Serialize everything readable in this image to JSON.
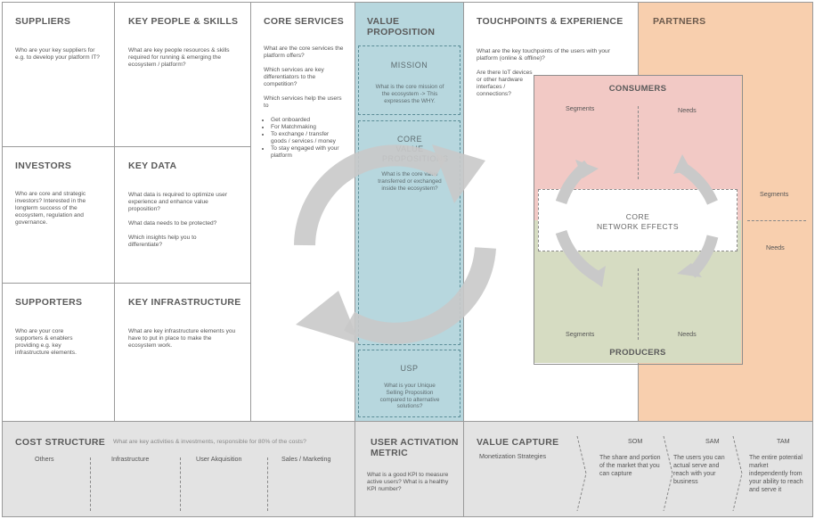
{
  "suppliers": {
    "title": "SUPPLIERS",
    "desc": "Who are your key suppliers for e.g. to develop your platform IT?"
  },
  "key_people": {
    "title": "KEY PEOPLE & SKILLS",
    "desc": "What are key people resources & skills required for running & emerging the ecosystem / platform?"
  },
  "core_services": {
    "title": "CORE SERVICES",
    "q1": "What are the core services the platform offers?",
    "q2": "Which services are key differentiators to the competition?",
    "q3": "Which services help the users to",
    "bullets": [
      "Get onboarded",
      "For Matchmaking",
      "To exchange / transfer goods / services / money",
      "To stay engaged with your platform"
    ]
  },
  "value_proposition": {
    "title": "VALUE PROPOSITION",
    "mission_title": "MISSION",
    "mission_desc": "What is the core mission of the ecosystem -> This expresses the WHY.",
    "core_title": "CORE VALUE PROPOSITIONS",
    "core_desc": "What is the core value transferred or exchanged inside the ecosystem?",
    "usp_title": "USP",
    "usp_desc": "What is your Unique Selling Proposition compared to alternative solutions?"
  },
  "touchpoints": {
    "title": "TOUCHPOINTS & EXPERIENCE",
    "q1": "What are the key touchpoints of the users with your platform (online & offline)?",
    "q2": "Are there IoT devices or other hardware interfaces / connections?"
  },
  "partners": {
    "title": "PARTNERS",
    "segments": "Segments",
    "needs": "Needs"
  },
  "consumers": {
    "title": "CONSUMERS",
    "segments": "Segments",
    "needs": "Needs"
  },
  "network_effects": {
    "line1": "CORE",
    "line2": "NETWORK EFFECTS"
  },
  "producers": {
    "title": "PRODUCERS",
    "segments": "Segments",
    "needs": "Needs"
  },
  "investors": {
    "title": "INVESTORS",
    "desc": "Who are core and strategic investors? Interested in the longterm success of the ecosystem, regulation and governance."
  },
  "key_data": {
    "title": "KEY DATA",
    "q1": "What data is required to optimize user experience and enhance value proposition?",
    "q2": "What data needs to be protected?",
    "q3": "Which insights help you to differentiate?"
  },
  "supporters": {
    "title": "SUPPORTERS",
    "desc": "Who are your core supporters & enablers providing e.g. key infrastructure elements."
  },
  "key_infra": {
    "title": "KEY INFRASTRUCTURE",
    "desc": "What are key infrastructure elements you have to put in place to make the ecosystem work."
  },
  "cost_structure": {
    "title": "COST STRUCTURE",
    "desc": "What are key activities & investments, responsible for 80% of the costs?",
    "items": [
      "Others",
      "Infrastructure",
      "User Akquisition",
      "Sales / Marketing"
    ]
  },
  "user_activation": {
    "title": "USER ACTIVATION METRIC",
    "desc": "What is a good KPI to measure active users? What is a healthy KPI number?"
  },
  "value_capture": {
    "title": "VALUE CAPTURE",
    "monetization": "Monetization Strategies",
    "som_title": "SOM",
    "som_desc": "The share and portion of the market that you can capture",
    "sam_title": "SAM",
    "sam_desc": "The users you can actual serve and reach with your business",
    "tam_title": "TAM",
    "tam_desc": "The entire potential market independently from your ability to reach and serve it"
  },
  "colors": {
    "value_prop_bg": "#b7d7de",
    "partners_bg": "#f8cfae",
    "consumers_bg": "#f2c9c5",
    "producers_bg": "#d6dcc2",
    "bottom_bg": "#e3e3e3",
    "cycle_arrow": "#c9c9c9"
  }
}
